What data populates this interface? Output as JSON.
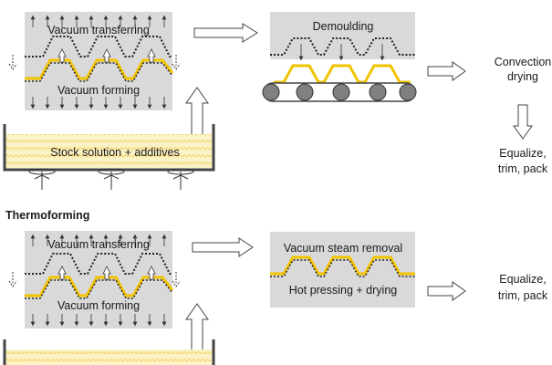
{
  "top_process": {
    "vacuum_transferring": "Vacuum transferring",
    "vacuum_forming": "Vacuum forming",
    "stock_solution": "Stock solution + additives",
    "demoulding": "Demoulding",
    "convection_drying_line1": "Convection",
    "convection_drying_line2": "drying",
    "finish_line1": "Equalize,",
    "finish_line2": "trim, pack"
  },
  "section_label": "Thermoforming",
  "bottom_process": {
    "vacuum_transferring": "Vacuum transferring",
    "vacuum_forming": "Vacuum forming",
    "vacuum_steam_removal": "Vacuum steam removal",
    "hot_pressing": "Hot pressing + drying",
    "finish_line1": "Equalize,",
    "finish_line2": "trim, pack"
  },
  "colors": {
    "panel_gray": "#d9d9d9",
    "pulp_yellow": "#f2d14a",
    "pulp_light": "#fbf2c6",
    "roller_gray": "#808080",
    "outline": "#3a3a3a"
  }
}
